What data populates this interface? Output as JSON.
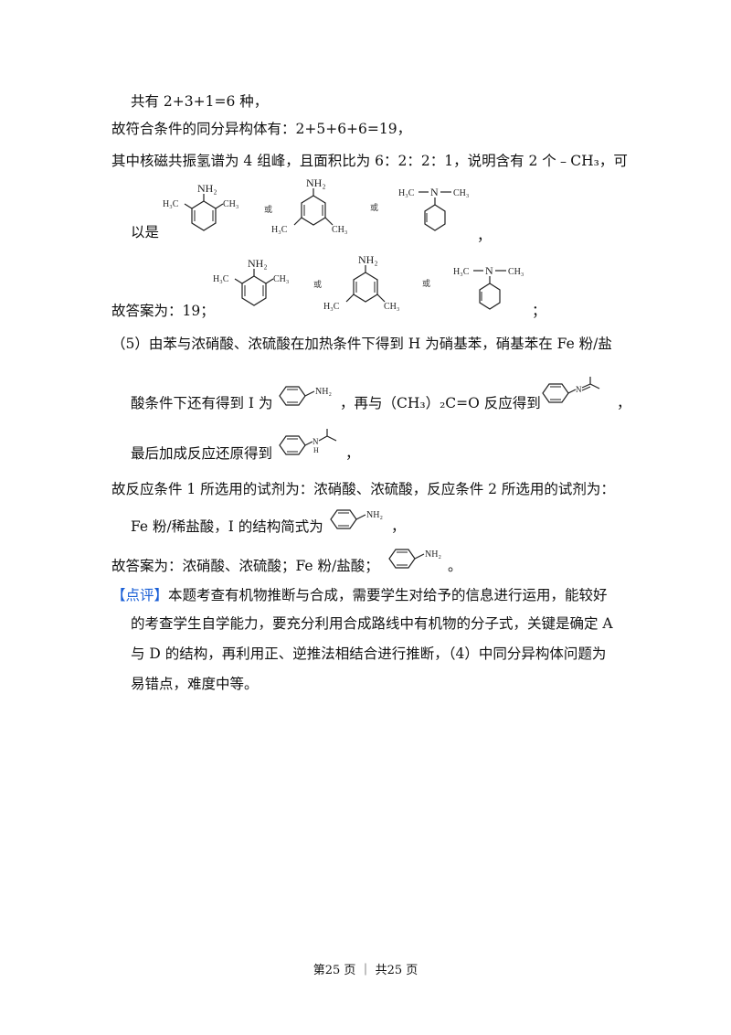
{
  "lines": {
    "l1": "共有 2+3+1=6 种，",
    "l2": "故符合条件的同分异构体有：2+5+6+6=19，",
    "l3": "其中核磁共振氢谱为 4 组峰，且面积比为 6：2：2：1，说明含有 2 个﹣CH₃，可",
    "l4": "以是",
    "l5": "故答案为：19；",
    "l6": "（5）由苯与浓硝酸、浓硫酸在加热条件下得到 H 为硝基苯，硝基苯在 Fe 粉/盐",
    "l7a": "酸条件下还有得到 I 为",
    "l7b": "，再与（CH₃）₂C=O 反应得到",
    "l8": "最后加成反应还原得到",
    "l9": "故反应条件 1 所选用的试剂为：浓硝酸、浓硫酸，反应条件 2 所选用的试剂为：",
    "l10": "Fe 粉/稀盐酸，I 的结构简式为",
    "l11": "故答案为：浓硝酸、浓硫酸；Fe 粉/盐酸；",
    "comment_tag": "【点评】",
    "comment1": "本题考查有机物推断与合成，需要学生对给予的信息进行运用，能较好",
    "comment2": "的考查学生自学能力，要充分利用合成路线中有机物的分子式，关键是确定 A",
    "comment3": "与 D 的结构，再利用正、逆推法相结合进行推断，（4）中同分异构体问题为",
    "comment4": "易错点，难度中等。"
  },
  "punct": {
    "comma": "，",
    "semicolon": "；",
    "period": "。",
    "or": "或"
  },
  "chem_labels": {
    "nh2": "NH₂",
    "h3c": "H₃C",
    "ch3": "CH₃",
    "n": "N",
    "h": "H"
  },
  "footer": "第25 页 ｜ 共25 页"
}
